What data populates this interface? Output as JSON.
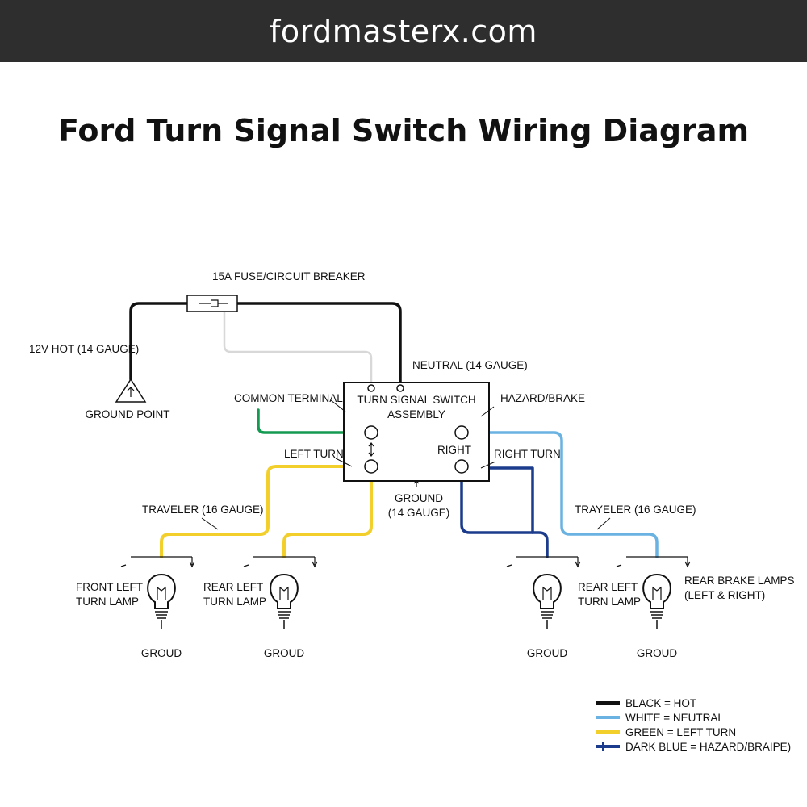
{
  "header": {
    "site": "fordmasterx.com"
  },
  "title": "Ford Turn Signal Switch Wiring Diagram",
  "colors": {
    "hot": "#111111",
    "neutral": "#6ab2e2",
    "neutral_feed": "#d6d6d6",
    "left_turn": "#f2cf2a",
    "common": "#159a52",
    "hazard": "#1b3c8c"
  },
  "labels": {
    "fuse": "15A FUSE/CIRCUIT BREAKER",
    "hot": "12V HOT (14 GAUGE)",
    "ground_point": "GROUND POINT",
    "neutral": "NEUTRAL (14 GAUGE)",
    "common_terminal": "COMMON TERMINAL",
    "switch_line1": "TURN SIGNAL SWITCH",
    "switch_line2": "ASSEMBLY",
    "hazard_brake": "HAZARD/BRAKE",
    "left_turn": "LEFT TURN",
    "right": "RIGHT",
    "right_turn": "RIGHT TURN",
    "ground_line1": "GROUND",
    "ground_line2": "(14 GAUGE)",
    "traveler_left": "TRAVELER (16 GAUGE)",
    "traveler_right": "TRAYELER (16 GAUGE)"
  },
  "lamps": [
    {
      "line1": "FRONT LEFT",
      "line2": "TURN LAMP",
      "ground": "GROUD"
    },
    {
      "line1": "REAR LEFT",
      "line2": "TURN LAMP",
      "ground": "GROUD"
    },
    {
      "line1": "REAR LEFT",
      "line2": "TURN LAMP",
      "ground": "GROUD"
    },
    {
      "line1": "REAR BRAKE LAMPS",
      "line2": "(LEFT & RIGHT)",
      "ground": "GROUD"
    }
  ],
  "legend": [
    {
      "text": "BLACK = HOT",
      "color": "#111111"
    },
    {
      "text": "WHITE = NEUTRAL",
      "color": "#6ab2e2"
    },
    {
      "text": "GREEN = LEFT TURN",
      "color": "#f2cf2a"
    },
    {
      "text": "DARK BLUE = HAZARD/BRAIPE)",
      "color": "#1b3c8c"
    }
  ]
}
